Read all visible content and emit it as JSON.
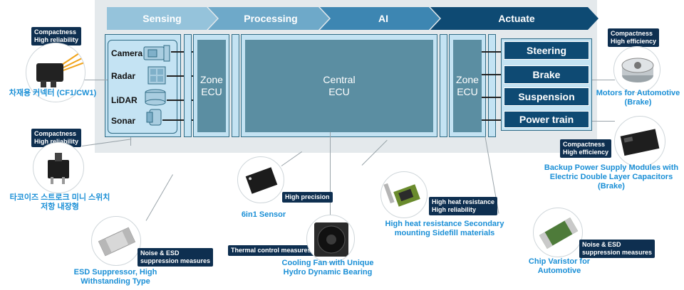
{
  "stages": [
    "Sensing",
    "Processing",
    "AI",
    "Actuate"
  ],
  "colors": {
    "stage1": "#95c3db",
    "stage2": "#6ea9c9",
    "stage3": "#3d86b2",
    "stage4": "#0e4a73",
    "panel_bg": "#e4e9ec",
    "light_box": "#c4e3f3",
    "ecu_fill": "#5b8ea2",
    "navy": "#0e4a73",
    "caption": "#1a8fd6",
    "badge": "#0e2f50"
  },
  "sensors": [
    "Camera",
    "Radar",
    "LiDAR",
    "Sonar"
  ],
  "zone_ecu_left": "Zone\nECU",
  "central_ecu": "Central\nECU",
  "zone_ecu_right": "Zone\nECU",
  "actuators": [
    "Steering",
    "Brake",
    "Suspension",
    "Power train"
  ],
  "components": {
    "connector": {
      "badge": "Compactness\nHigh reliability",
      "caption": "차재용 커넥터 (CF1/CW1)"
    },
    "switch": {
      "badge": "Compactness\nHigh reliability",
      "caption": "타코이즈 스트로크 미니 스위치\n저항 내장형"
    },
    "esd": {
      "badge": "Noise & ESD\nsuppression measures",
      "caption": "ESD Suppressor, High\nWithstanding Type"
    },
    "sensor6": {
      "badge": "High precision",
      "caption": "6in1 Sensor"
    },
    "fan": {
      "badge": "Thermal control measures",
      "caption": "Cooling Fan with Unique\nHydro Dynamic Bearing"
    },
    "sidefill": {
      "badge": "High heat resistance\nHigh reliability",
      "caption": "High heat resistance Secondary\nmounting Sidefill materials"
    },
    "varistor": {
      "badge": "Noise & ESD\nsuppression measures",
      "caption": "Chip Varistor for\nAutomotive"
    },
    "motor": {
      "badge": "Compactness\nHigh efficiency",
      "caption": "Motors for Automotive\n(Brake)"
    },
    "backup": {
      "badge": "Compactness\nHigh efficiency",
      "caption": "Backup Power Supply Modules with\nElectric Double Layer Capacitors\n(Brake)"
    }
  }
}
